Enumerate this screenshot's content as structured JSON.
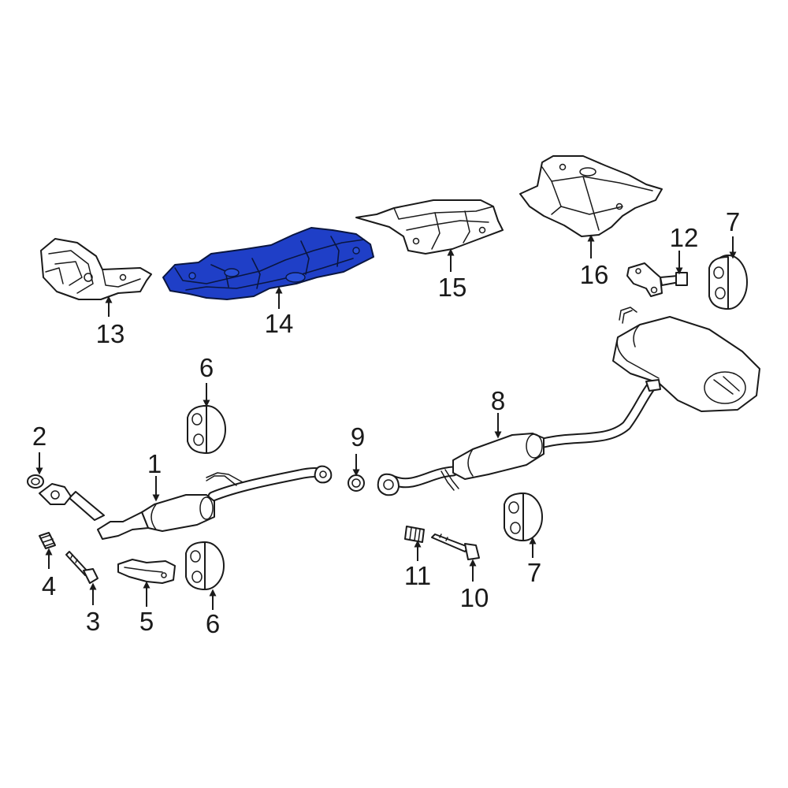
{
  "diagram": {
    "highlight_color": "#1f3fc7",
    "highlighted_callout": "14",
    "callouts": {
      "c1": "1",
      "c2": "2",
      "c3": "3",
      "c4": "4",
      "c5": "5",
      "c6a": "6",
      "c6b": "6",
      "c7a": "7",
      "c7b": "7",
      "c8": "8",
      "c9": "9",
      "c10": "10",
      "c11": "11",
      "c12": "12",
      "c13": "13",
      "c14": "14",
      "c15": "15",
      "c16": "16"
    }
  }
}
